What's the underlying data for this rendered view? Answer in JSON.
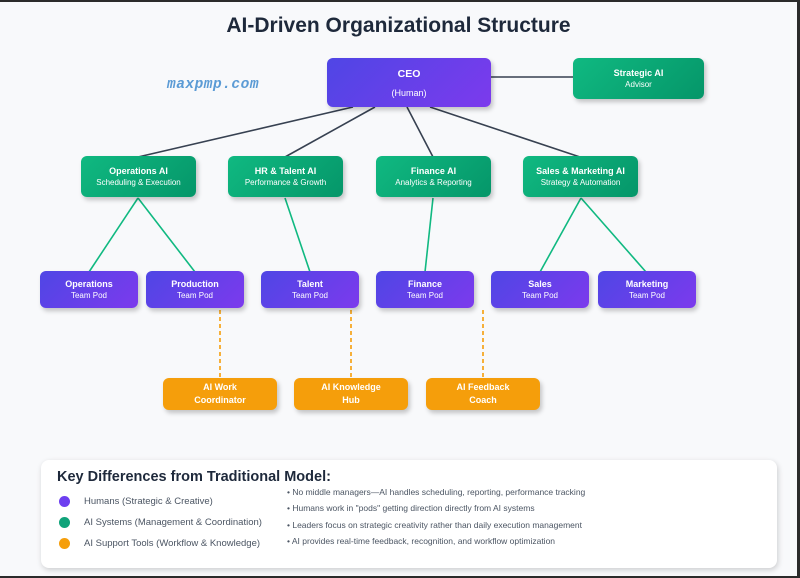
{
  "title": "AI-Driven Organizational Structure",
  "watermark": "maxpmp.com",
  "colors": {
    "human": "#6d3ff0",
    "ai_system": "#10a37a",
    "ai_tool": "#f59e0b",
    "connector_dark": "#374151"
  },
  "ceo": {
    "title": "CEO",
    "subtitle": "(Human)"
  },
  "advisor": {
    "title": "Strategic AI",
    "subtitle": "Advisor"
  },
  "ai_managers": [
    {
      "title": "Operations AI",
      "subtitle": "Scheduling & Execution"
    },
    {
      "title": "HR & Talent AI",
      "subtitle": "Performance & Growth"
    },
    {
      "title": "Finance AI",
      "subtitle": "Analytics & Reporting"
    },
    {
      "title": "Sales & Marketing AI",
      "subtitle": "Strategy & Automation"
    }
  ],
  "pods": [
    {
      "title": "Operations",
      "subtitle": "Team Pod",
      "reports_to": "Operations AI"
    },
    {
      "title": "Production",
      "subtitle": "Team Pod",
      "reports_to": "Operations AI"
    },
    {
      "title": "Talent",
      "subtitle": "Team Pod",
      "reports_to": "HR & Talent AI"
    },
    {
      "title": "Finance",
      "subtitle": "Team Pod",
      "reports_to": "Finance AI"
    },
    {
      "title": "Sales",
      "subtitle": "Team Pod",
      "reports_to": "Sales & Marketing AI"
    },
    {
      "title": "Marketing",
      "subtitle": "Team Pod",
      "reports_to": "Sales & Marketing AI"
    }
  ],
  "tools": [
    {
      "line1": "AI Work",
      "line2": "Coordinator"
    },
    {
      "line1": "AI Knowledge",
      "line2": "Hub"
    },
    {
      "line1": "AI Feedback",
      "line2": "Coach"
    }
  ],
  "legend": {
    "title": "Key Differences from Traditional Model:",
    "items": [
      {
        "label": "Humans (Strategic & Creative)",
        "color": "#6d3ff0"
      },
      {
        "label": "AI Systems (Management & Coordination)",
        "color": "#10a37a"
      },
      {
        "label": "AI Support Tools (Workflow & Knowledge)",
        "color": "#f59e0b"
      }
    ],
    "bullets": [
      "• No middle managers—AI handles scheduling, reporting, performance tracking",
      "• Humans work in \"pods\" getting direction directly from AI systems",
      "• Leaders focus on strategic creativity rather than daily execution management",
      "• AI provides real-time feedback, recognition, and workflow optimization"
    ]
  }
}
